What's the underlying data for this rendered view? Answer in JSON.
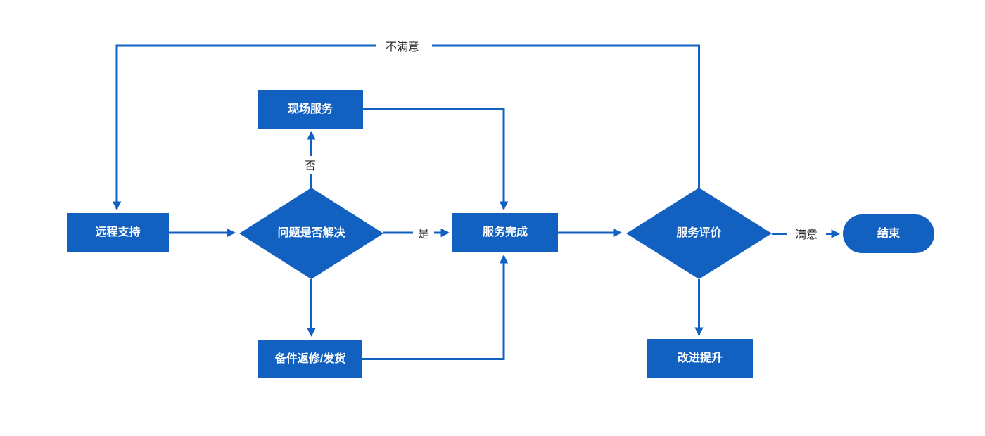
{
  "diagram": {
    "type": "flowchart",
    "colors": {
      "primary": "#1261C1",
      "label_text": "#2B2B2B",
      "node_text": "#FFFFFF",
      "background": "#FFFFFF"
    },
    "nodes": {
      "remote_support": {
        "label": "远程支持",
        "shape": "rectangle"
      },
      "issue_resolved": {
        "label": "问题是否解决",
        "shape": "diamond"
      },
      "onsite_service": {
        "label": "现场服务",
        "shape": "rectangle"
      },
      "service_complete": {
        "label": "服务完成",
        "shape": "rectangle"
      },
      "parts_repair": {
        "label": "备件返修/发货",
        "shape": "rectangle"
      },
      "service_evaluation": {
        "label": "服务评价",
        "shape": "diamond"
      },
      "improvement": {
        "label": "改进提升",
        "shape": "rectangle"
      },
      "end": {
        "label": "结束",
        "shape": "terminator"
      }
    },
    "edge_labels": {
      "no": "否",
      "yes": "是",
      "satisfied": "满意",
      "unsatisfied": "不满意"
    },
    "edges": [
      {
        "from": "remote_support",
        "to": "issue_resolved",
        "label": ""
      },
      {
        "from": "issue_resolved",
        "to": "onsite_service",
        "label": "否"
      },
      {
        "from": "issue_resolved",
        "to": "service_complete",
        "label": "是"
      },
      {
        "from": "issue_resolved",
        "to": "parts_repair",
        "label": ""
      },
      {
        "from": "onsite_service",
        "to": "service_complete",
        "label": ""
      },
      {
        "from": "parts_repair",
        "to": "service_complete",
        "label": ""
      },
      {
        "from": "service_complete",
        "to": "service_evaluation",
        "label": ""
      },
      {
        "from": "service_evaluation",
        "to": "end",
        "label": "满意"
      },
      {
        "from": "service_evaluation",
        "to": "remote_support",
        "label": "不满意"
      },
      {
        "from": "service_evaluation",
        "to": "improvement",
        "label": ""
      }
    ]
  }
}
